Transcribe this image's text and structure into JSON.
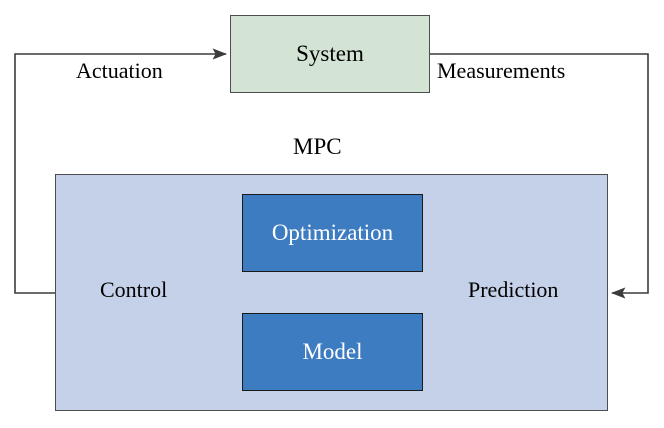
{
  "diagram": {
    "title": "MPC closed-loop block diagram",
    "nodes": {
      "system": {
        "label": "System",
        "fill": "#d3e3d4",
        "stroke": "#4d4d4d"
      },
      "mpc_container": {
        "label": "MPC",
        "fill": "#c5d1e8",
        "stroke": "#4d4d4d"
      },
      "optimization": {
        "label": "Optimization",
        "fill": "#3d7cc0",
        "stroke": "#1a1a1a",
        "text_color": "#ffffff"
      },
      "model": {
        "label": "Model",
        "fill": "#3d7cc0",
        "stroke": "#1a1a1a",
        "text_color": "#ffffff"
      }
    },
    "edges": {
      "actuation": {
        "label": "Actuation",
        "from": "mpc_container",
        "to": "system"
      },
      "measurements": {
        "label": "Measurements",
        "from": "system",
        "to": "mpc_container"
      },
      "control": {
        "label": "Control",
        "from": "optimization",
        "to": "model"
      },
      "prediction": {
        "label": "Prediction",
        "from": "model",
        "to": "optimization"
      }
    },
    "colors": {
      "line": "#3b3b3b",
      "background": "#ffffff"
    }
  }
}
